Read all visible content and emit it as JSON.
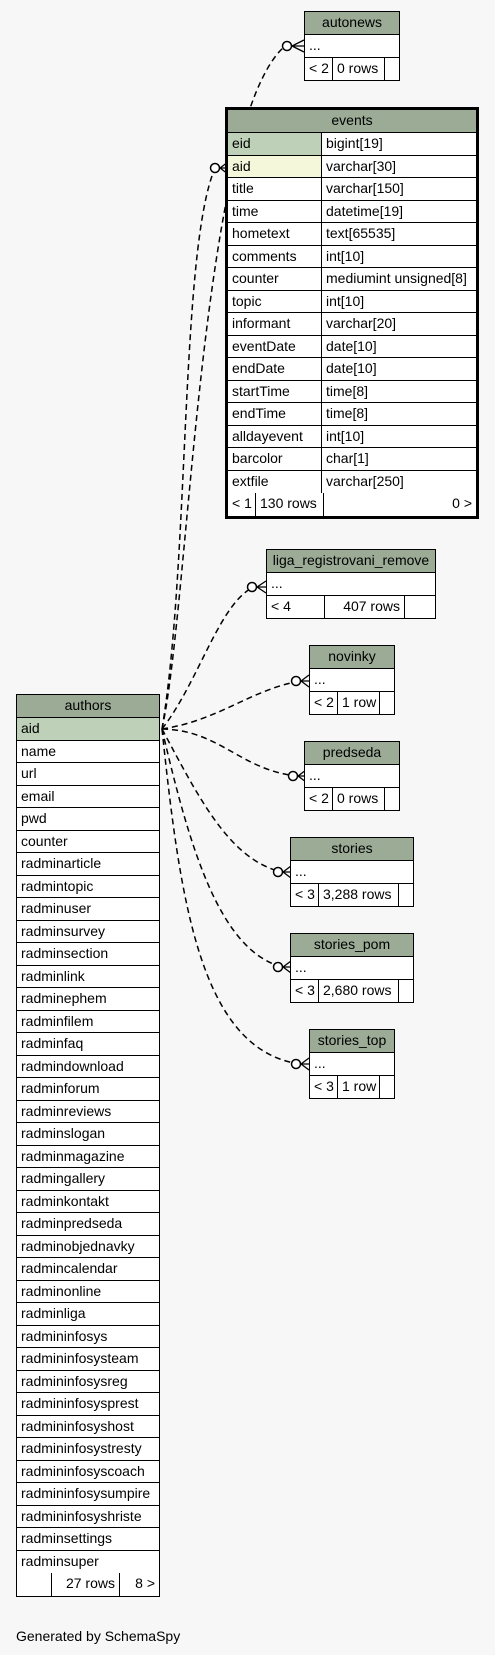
{
  "autonews": {
    "name": "autonews",
    "ellipsis": "...",
    "parents": "< 2",
    "rows": "0 rows"
  },
  "events": {
    "name": "events",
    "columns": [
      {
        "name": "eid",
        "type": "bigint[19]"
      },
      {
        "name": "aid",
        "type": "varchar[30]"
      },
      {
        "name": "title",
        "type": "varchar[150]"
      },
      {
        "name": "time",
        "type": "datetime[19]"
      },
      {
        "name": "hometext",
        "type": "text[65535]"
      },
      {
        "name": "comments",
        "type": "int[10]"
      },
      {
        "name": "counter",
        "type": "mediumint unsigned[8]"
      },
      {
        "name": "topic",
        "type": "int[10]"
      },
      {
        "name": "informant",
        "type": "varchar[20]"
      },
      {
        "name": "eventDate",
        "type": "date[10]"
      },
      {
        "name": "endDate",
        "type": "date[10]"
      },
      {
        "name": "startTime",
        "type": "time[8]"
      },
      {
        "name": "endTime",
        "type": "time[8]"
      },
      {
        "name": "alldayevent",
        "type": "int[10]"
      },
      {
        "name": "barcolor",
        "type": "char[1]"
      },
      {
        "name": "extfile",
        "type": "varchar[250]"
      }
    ],
    "parents": "< 1",
    "rows": "130 rows",
    "children": "0 >"
  },
  "liga": {
    "name": "liga_registrovani_remove",
    "ellipsis": "...",
    "parents": "< 4",
    "rows": "407 rows"
  },
  "novinky": {
    "name": "novinky",
    "ellipsis": "...",
    "parents": "< 2",
    "rows": "1 row"
  },
  "predseda": {
    "name": "predseda",
    "ellipsis": "...",
    "parents": "< 2",
    "rows": "0 rows"
  },
  "stories": {
    "name": "stories",
    "ellipsis": "...",
    "parents": "< 3",
    "rows": "3,288 rows"
  },
  "stories_pom": {
    "name": "stories_pom",
    "ellipsis": "...",
    "parents": "< 3",
    "rows": "2,680 rows"
  },
  "stories_top": {
    "name": "stories_top",
    "ellipsis": "...",
    "parents": "< 3",
    "rows": "1 row"
  },
  "authors": {
    "name": "authors",
    "columns": [
      "aid",
      "name",
      "url",
      "email",
      "pwd",
      "counter",
      "radminarticle",
      "radmintopic",
      "radminuser",
      "radminsurvey",
      "radminsection",
      "radminlink",
      "radminephem",
      "radminfilem",
      "radminfaq",
      "radmindownload",
      "radminforum",
      "radminreviews",
      "radminslogan",
      "radminmagazine",
      "radmingallery",
      "radminkontakt",
      "radminpredseda",
      "radminobjednavky",
      "radmincalendar",
      "radminonline",
      "radminliga",
      "radmininfosys",
      "radmininfosysteam",
      "radmininfosysreg",
      "radmininfosysprest",
      "radmininfosyshost",
      "radmininfosystresty",
      "radmininfosyscoach",
      "radmininfosysumpire",
      "radmininfosyshriste",
      "radminsettings",
      "radminsuper"
    ],
    "rows": "27 rows",
    "children": "8 >"
  },
  "footer": "Generated by SchemaSpy",
  "colors": {
    "header": "#9bab96",
    "primary_key": "#bed1b8",
    "foreign_key": "#f4f7da",
    "background": "#f7f7f7"
  }
}
